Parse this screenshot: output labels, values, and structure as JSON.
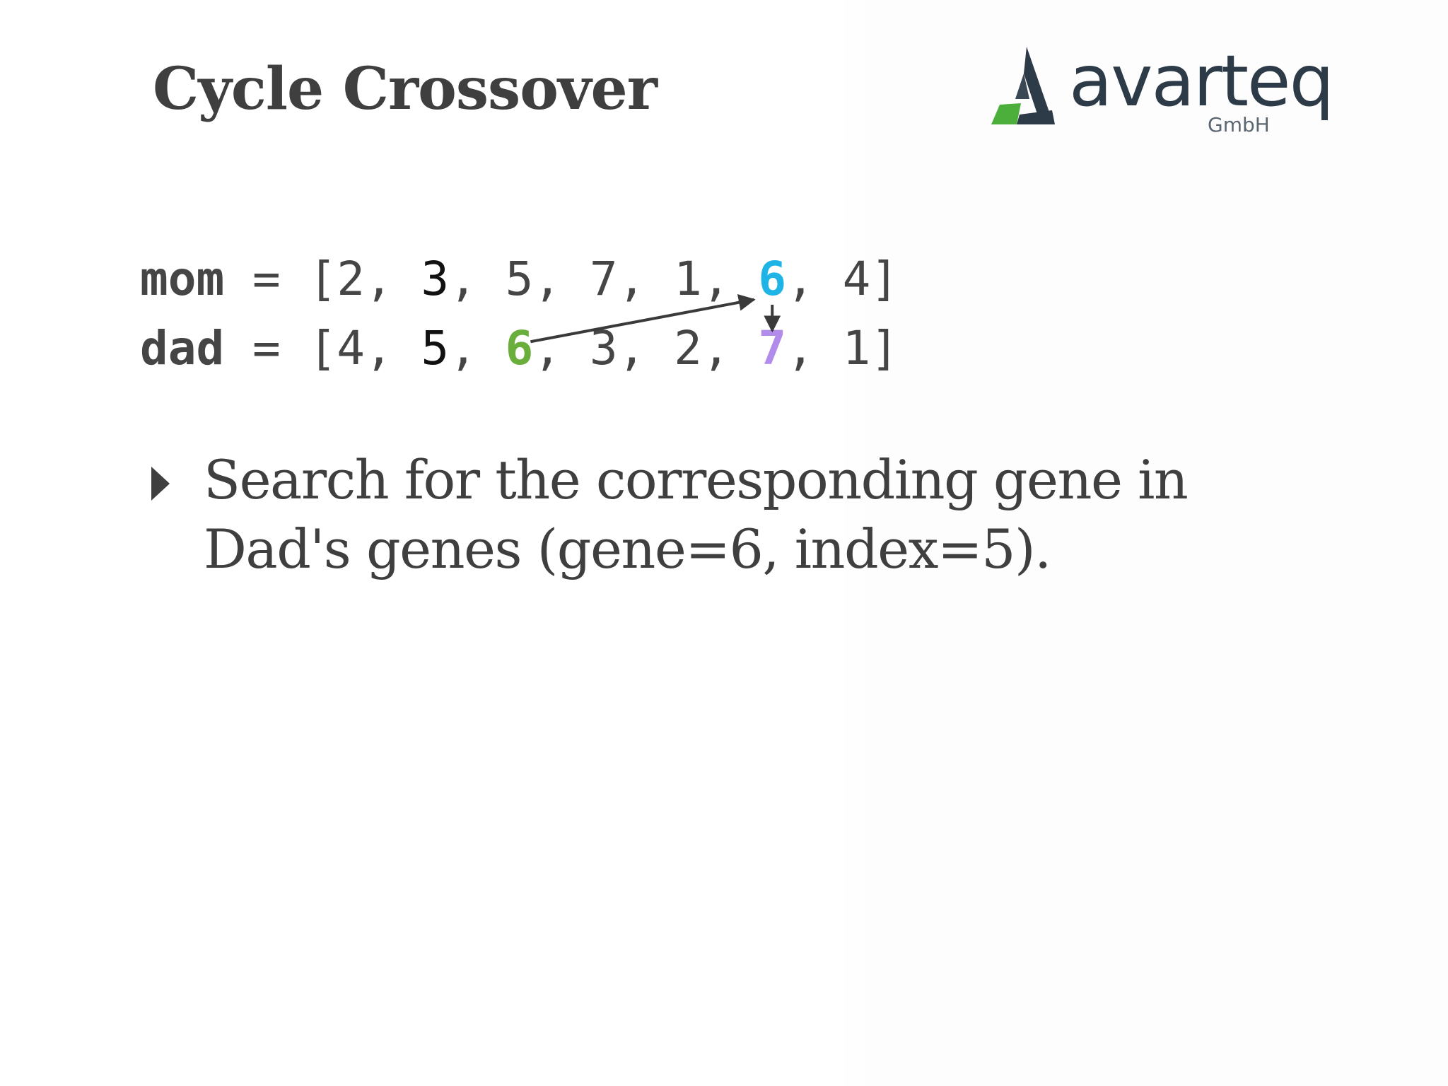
{
  "slide": {
    "title": "Cycle Crossover",
    "logo": {
      "name": "avarteq",
      "subtitle": "GmbH",
      "colors": {
        "dark": "#2d3a47",
        "green": "#4caf3c"
      }
    },
    "code": {
      "mom": {
        "name": "mom",
        "eq": " = ",
        "open": "[",
        "close": "]",
        "genes": [
          "2",
          "3",
          "5",
          "7",
          "1",
          "6",
          "4"
        ]
      },
      "dad": {
        "name": "dad",
        "eq": " = ",
        "open": "[",
        "close": "]",
        "genes": [
          "4",
          "5",
          "6",
          "3",
          "2",
          "7",
          "1"
        ]
      },
      "separator": ", "
    },
    "highlight_colors": {
      "mom_current": "#1fb4e6",
      "dad_source": "#6aae3c",
      "dad_target": "#b18ceb"
    },
    "bullet": {
      "icon": "triangle-right-icon",
      "text": "Search for the corresponding gene in Dad's genes (gene=6, index=5)."
    }
  }
}
